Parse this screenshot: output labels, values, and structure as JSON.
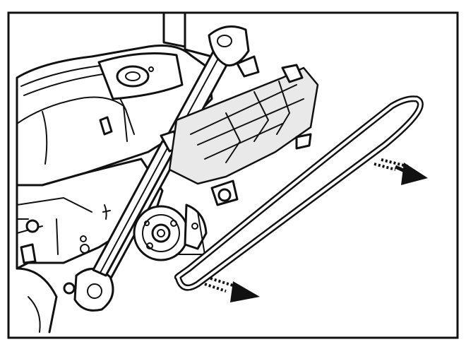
{
  "figure": {
    "subject": "engine-accessory-belt-removal",
    "colors": {
      "ink": "#111111",
      "paper": "#ffffff"
    },
    "arrows": [
      {
        "name": "pull-direction-arrow-right",
        "direction": "down-right"
      },
      {
        "name": "pull-direction-arrow-left",
        "direction": "down-right"
      }
    ]
  }
}
